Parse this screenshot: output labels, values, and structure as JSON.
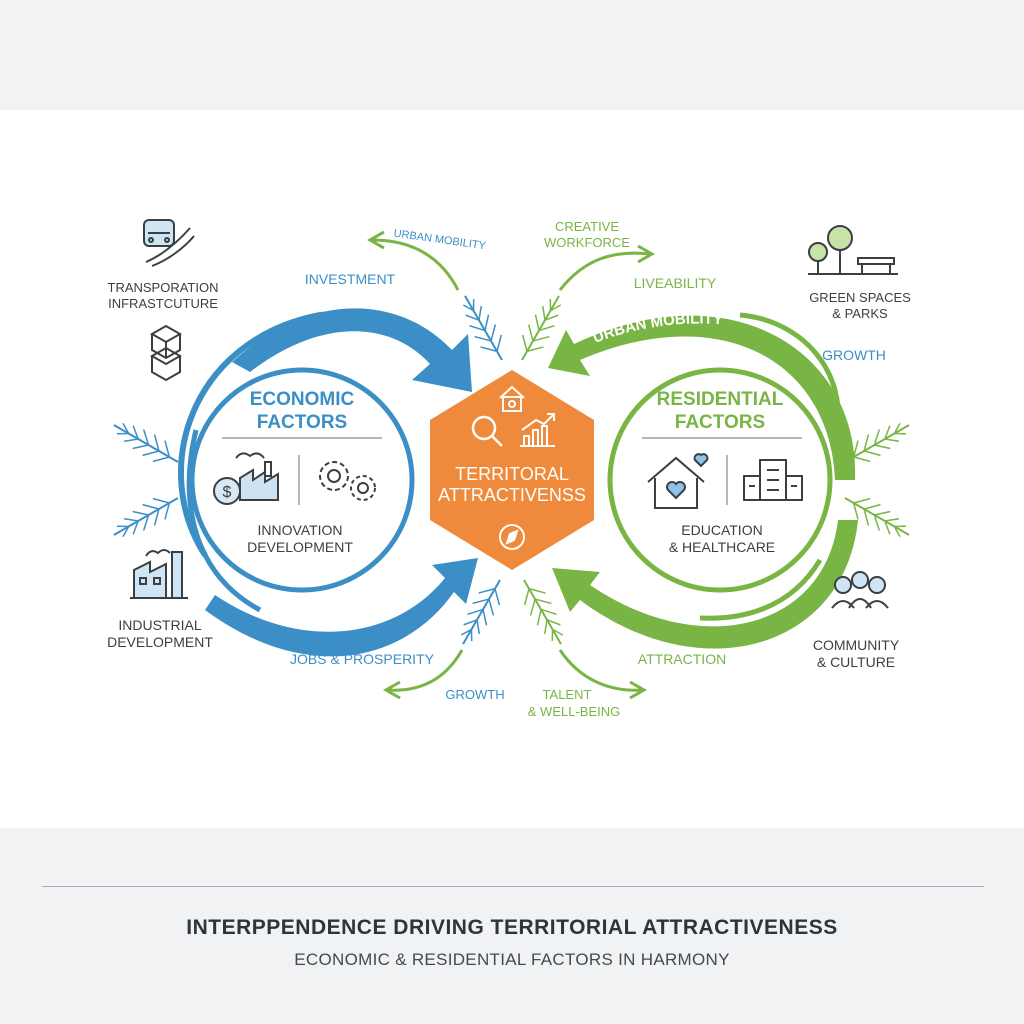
{
  "colors": {
    "economic": "#3b8fc6",
    "residential": "#79b545",
    "center": "#ef8a3c",
    "ink": "#3a3f44"
  },
  "center": {
    "title_line1": "TERRITORAL",
    "title_line2": "ATTRACTIVENSS",
    "icons": [
      "house-icon",
      "magnifier-icon",
      "growth-chart-icon",
      "compass-icon"
    ]
  },
  "economic": {
    "title_line1": "ECONOMIC",
    "title_line2": "FACTORS",
    "caption_line1": "INNOVATION",
    "caption_line2": "DEVELOPMENT",
    "icons": [
      "factory-coin-icon",
      "gears-icon"
    ]
  },
  "residential": {
    "title_line1": "RESIDENTIAL",
    "title_line2": "FACTORS",
    "caption_line1": "EDUCATION",
    "caption_line2": "& HEALTHCARE",
    "icons": [
      "heart-house-icon",
      "hospital-building-icon"
    ]
  },
  "side_labels": {
    "transportation_line1": "TRANSPORATION",
    "transportation_line2": "INFRASTCUTURE",
    "industrial_line1": "INDUSTRIAL",
    "industrial_line2": "DEVELOPMENT",
    "green_line1": "GREEN SPACES",
    "green_line2": "& PARKS",
    "community_line1": "COMMUNITY",
    "community_line2": "& CULTURE"
  },
  "flow_labels": {
    "urban_mobility_top": "URBAN MOBILITY",
    "investment": "INVESTMENT",
    "creative_line1": "CREATIVE",
    "creative_line2": "WORKFORCE",
    "liveability": "LIVEABILITY",
    "urban_mobility_arc": "URBAN MOBILITY",
    "growth_right": "GROWTH",
    "jobs_arc": "JOBS & PROSPERITY",
    "jobs_bottom": "JOBS & PROSPERITY",
    "growth_bottom": "GROWTH",
    "talent_line1": "TALENT",
    "talent_line2": "& WELL-BEING",
    "attraction": "ATTRACTION"
  },
  "footer": {
    "title": "INTERPPENDENCE DRIVING TERRITORIAL ATTRACTIVENESS",
    "subtitle": "ECONOMIC & RESIDENTIAL FACTORS IN HARMONY"
  }
}
